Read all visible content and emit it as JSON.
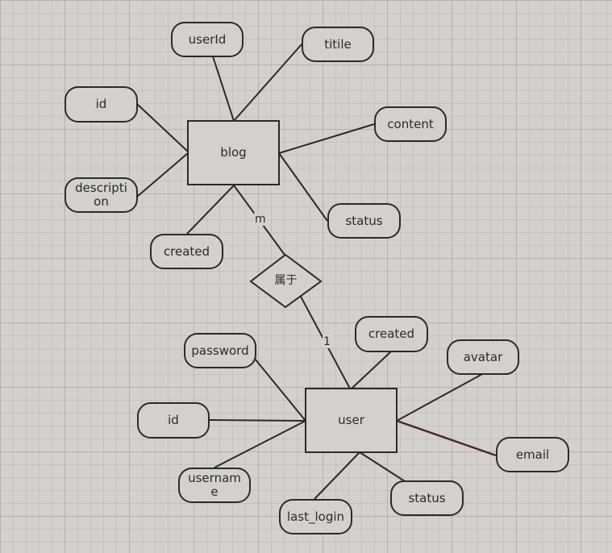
{
  "blog": {
    "entity": "blog",
    "attributes": {
      "userId": "userId",
      "titile": "titile",
      "id": "id",
      "content": "content",
      "description": "descripti\non",
      "status": "status",
      "created": "created"
    }
  },
  "relationship": {
    "label": "属于",
    "blog_cardinality": "m",
    "user_cardinality": "1"
  },
  "user": {
    "entity": "user",
    "attributes": {
      "password": "password",
      "created": "created",
      "avatar": "avatar",
      "id": "id",
      "email": "email",
      "username": "usernam\ne",
      "status": "status",
      "last_login": "last_login"
    }
  }
}
